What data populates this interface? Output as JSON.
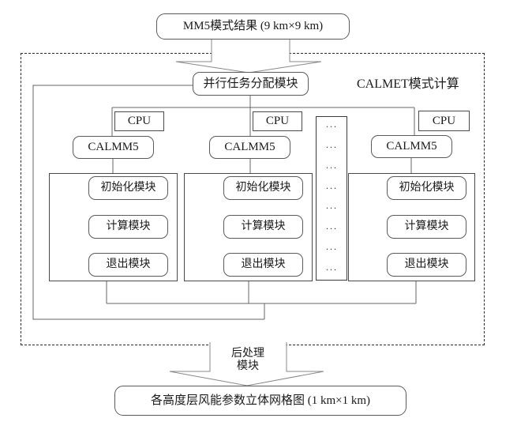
{
  "title_box": {
    "label": "MM5模式结果 (9 km×9 km)"
  },
  "region": {
    "label": "CALMET模式计算"
  },
  "distributor": {
    "label": "并行任务分配模块"
  },
  "columns": [
    {
      "cpu": "CPU",
      "worker": "CALMM5",
      "modules": [
        "初始化模块",
        "计算模块",
        "退出模块"
      ]
    },
    {
      "cpu": "CPU",
      "worker": "CALMM5",
      "modules": [
        "初始化模块",
        "计算模块",
        "退出模块"
      ]
    },
    {
      "cpu": "CPU",
      "worker": "CALMM5",
      "modules": [
        "初始化模块",
        "计算模块",
        "退出模块"
      ]
    }
  ],
  "ellipsis": {
    "glyph": "···"
  },
  "post_process": {
    "line1": "后处理",
    "line2": "模块"
  },
  "output_box": {
    "label": "各高度层风能参数立体网格图 (1 km×1 km)"
  },
  "colors": {
    "background": "#ffffff",
    "line": "#666666",
    "box_border": "#4a4a4a",
    "text": "#1a1a1a"
  }
}
